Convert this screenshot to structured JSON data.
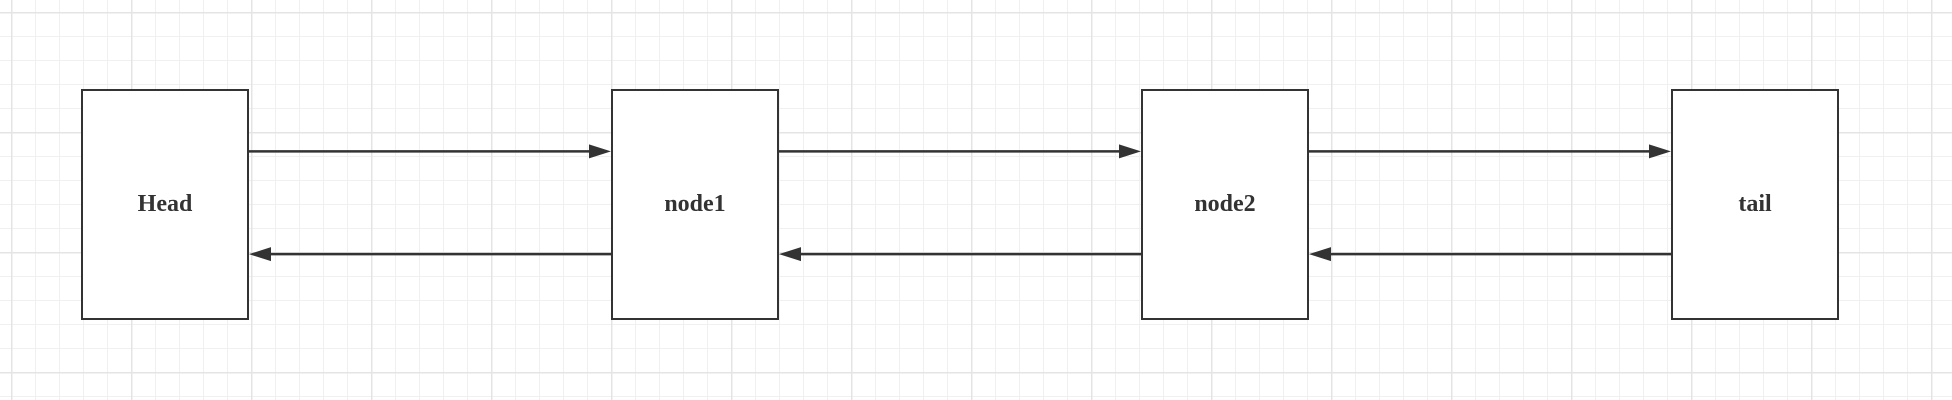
{
  "diagram": {
    "type": "doubly-linked-list",
    "colors": {
      "stroke": "#333333",
      "text": "#333333",
      "grid_major": "#e4e4e4",
      "grid_minor": "#f0f0f0",
      "background": "#ffffff"
    },
    "nodes": [
      {
        "id": "head",
        "label": "Head"
      },
      {
        "id": "node1",
        "label": "node1"
      },
      {
        "id": "node2",
        "label": "node2"
      },
      {
        "id": "tail",
        "label": "tail"
      }
    ],
    "edges": [
      {
        "from": "head",
        "to": "node1",
        "kind": "next"
      },
      {
        "from": "node1",
        "to": "head",
        "kind": "prev"
      },
      {
        "from": "node1",
        "to": "node2",
        "kind": "next"
      },
      {
        "from": "node2",
        "to": "node1",
        "kind": "prev"
      },
      {
        "from": "node2",
        "to": "tail",
        "kind": "next"
      },
      {
        "from": "tail",
        "to": "node2",
        "kind": "prev"
      }
    ]
  }
}
